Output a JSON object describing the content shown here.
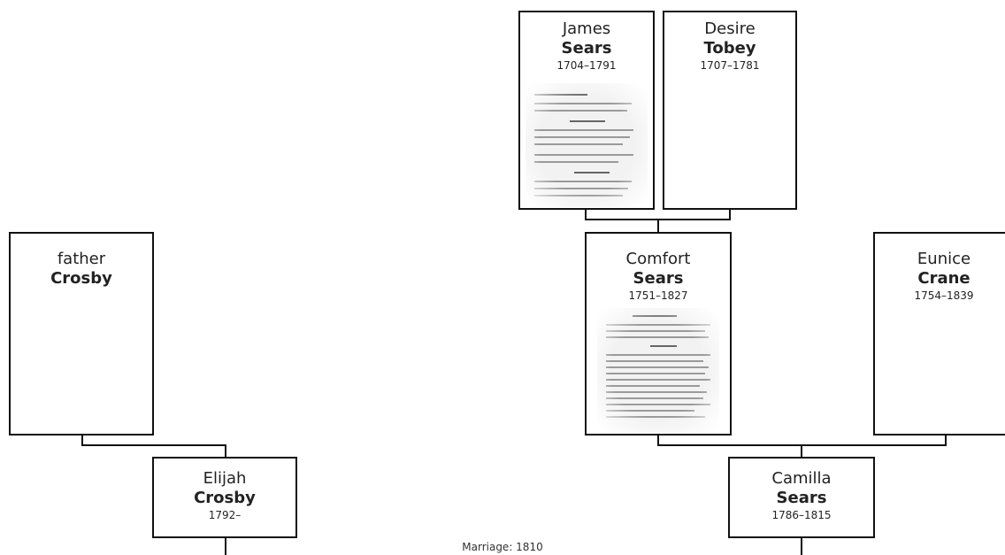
{
  "people": {
    "james": {
      "given": "James",
      "surname": "Sears",
      "dates": "1704–1791"
    },
    "desire": {
      "given": "Desire",
      "surname": "Tobey",
      "dates": "1707–1781"
    },
    "father": {
      "given": "father",
      "surname": "Crosby",
      "dates": ""
    },
    "comfort": {
      "given": "Comfort",
      "surname": "Sears",
      "dates": "1751–1827"
    },
    "eunice": {
      "given": "Eunice",
      "surname": "Crane",
      "dates": "1754–1839"
    },
    "elijah": {
      "given": "Elijah",
      "surname": "Crosby",
      "dates": "1792–"
    },
    "camilla": {
      "given": "Camilla",
      "surname": "Sears",
      "dates": "1786–1815"
    }
  },
  "marriage_label": "Marriage: 1810",
  "colors": {
    "border": "#111111",
    "background": "#ffffff",
    "text": "#222222"
  },
  "icons": {
    "record_thumbnail": "document-scan-image"
  }
}
